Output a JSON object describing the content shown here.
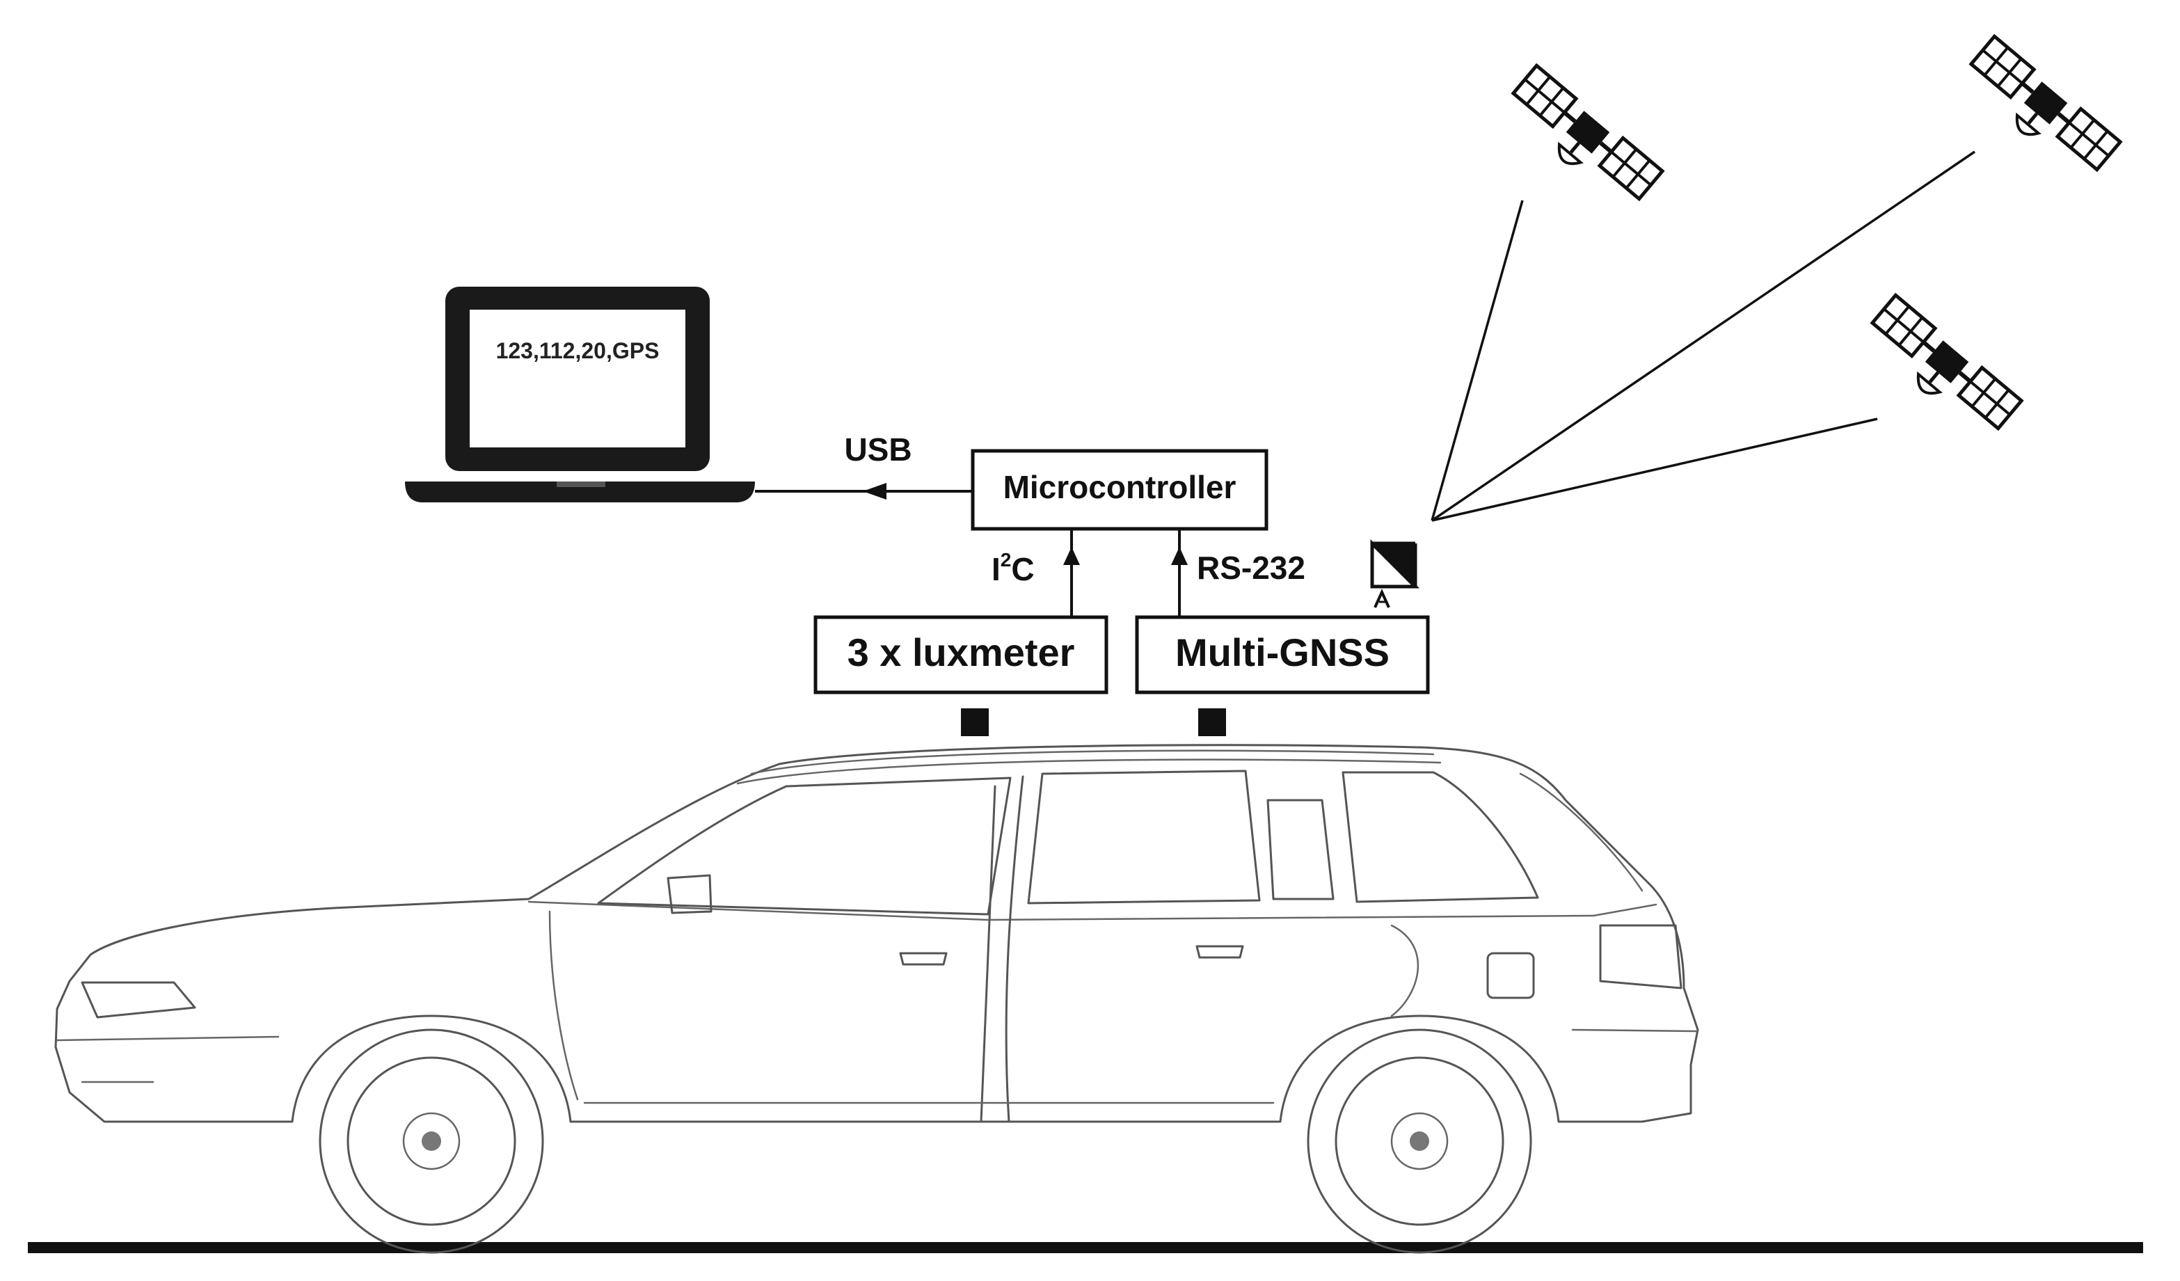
{
  "laptop": {
    "screen_text": "123,112,20,GPS"
  },
  "boxes": {
    "microcontroller": "Microcontroller",
    "luxmeter": "3 x luxmeter",
    "gnss": "Multi-GNSS"
  },
  "connections": {
    "usb": "USB",
    "i2c_main": "I",
    "i2c_sup": "2",
    "i2c_tail": "C",
    "rs232": "RS-232"
  },
  "icons": [
    "laptop-icon",
    "satellite-icon",
    "satellite-dish-icon",
    "car-illustration"
  ]
}
